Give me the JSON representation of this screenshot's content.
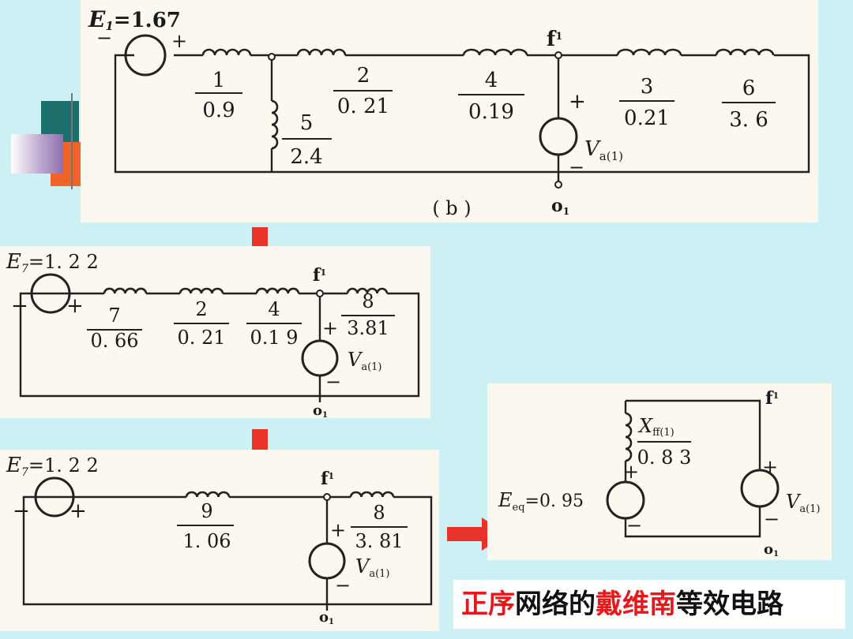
{
  "colors": {
    "background": "#cdf0f4",
    "panel": "#fbf8f0",
    "arrow": "#e8332a",
    "caption_red": "#e8171c",
    "caption_black": "#111111"
  },
  "circuit_b": {
    "source": {
      "label": "E",
      "sub": "1",
      "value": "=1.67"
    },
    "node_f": {
      "label": "f",
      "sub": "1"
    },
    "node_o": {
      "label": "o",
      "sub": "1"
    },
    "vsrc": {
      "label": "V",
      "sub": "a(1)"
    },
    "plus": "+",
    "minus": "−",
    "elements": [
      {
        "num": "1",
        "val": "0.9"
      },
      {
        "num": "2",
        "val": "0. 21"
      },
      {
        "num": "4",
        "val": "0.19"
      },
      {
        "num": "5",
        "val": "2.4"
      },
      {
        "num": "3",
        "val": "0.21"
      },
      {
        "num": "6",
        "val": "3. 6"
      }
    ],
    "caption": "( b )"
  },
  "circuit_2": {
    "source": {
      "label": "E",
      "sub": "7",
      "value": "=1. 2 2"
    },
    "node_f": {
      "label": "f",
      "sub": "1"
    },
    "node_o": {
      "label": "o",
      "sub": "1"
    },
    "vsrc": {
      "label": "V",
      "sub": "a(1)"
    },
    "plus": "+",
    "minus": "−",
    "elements": [
      {
        "num": "7",
        "val": "0. 66"
      },
      {
        "num": "2",
        "val": "0. 21"
      },
      {
        "num": "4",
        "val": "0.1 9"
      },
      {
        "num": "8",
        "val": "3.81"
      }
    ]
  },
  "circuit_3": {
    "source": {
      "label": "E",
      "sub": "7",
      "value": "=1. 2 2"
    },
    "node_f": {
      "label": "f",
      "sub": "1"
    },
    "node_o": {
      "label": "o",
      "sub": "1"
    },
    "vsrc": {
      "label": "V",
      "sub": "a(1)"
    },
    "plus": "+",
    "minus": "−",
    "elements": [
      {
        "num": "9",
        "val": "1. 06"
      },
      {
        "num": "8",
        "val": "3. 81"
      }
    ]
  },
  "circuit_4": {
    "node_f": {
      "label": "f",
      "sub": "1"
    },
    "node_o": {
      "label": "o",
      "sub": "1"
    },
    "xff": {
      "label": "X",
      "sub": "ff(1)",
      "val": "0. 8 3"
    },
    "eeq": {
      "label": "E",
      "sub": "eq",
      "value": "=0. 95"
    },
    "vsrc": {
      "label": "V",
      "sub": "a(1)"
    },
    "plus": "+",
    "minus": "−"
  },
  "caption": {
    "p1": "正序",
    "p2": "网络的",
    "p3": "戴维南",
    "p4": "等效电路"
  }
}
